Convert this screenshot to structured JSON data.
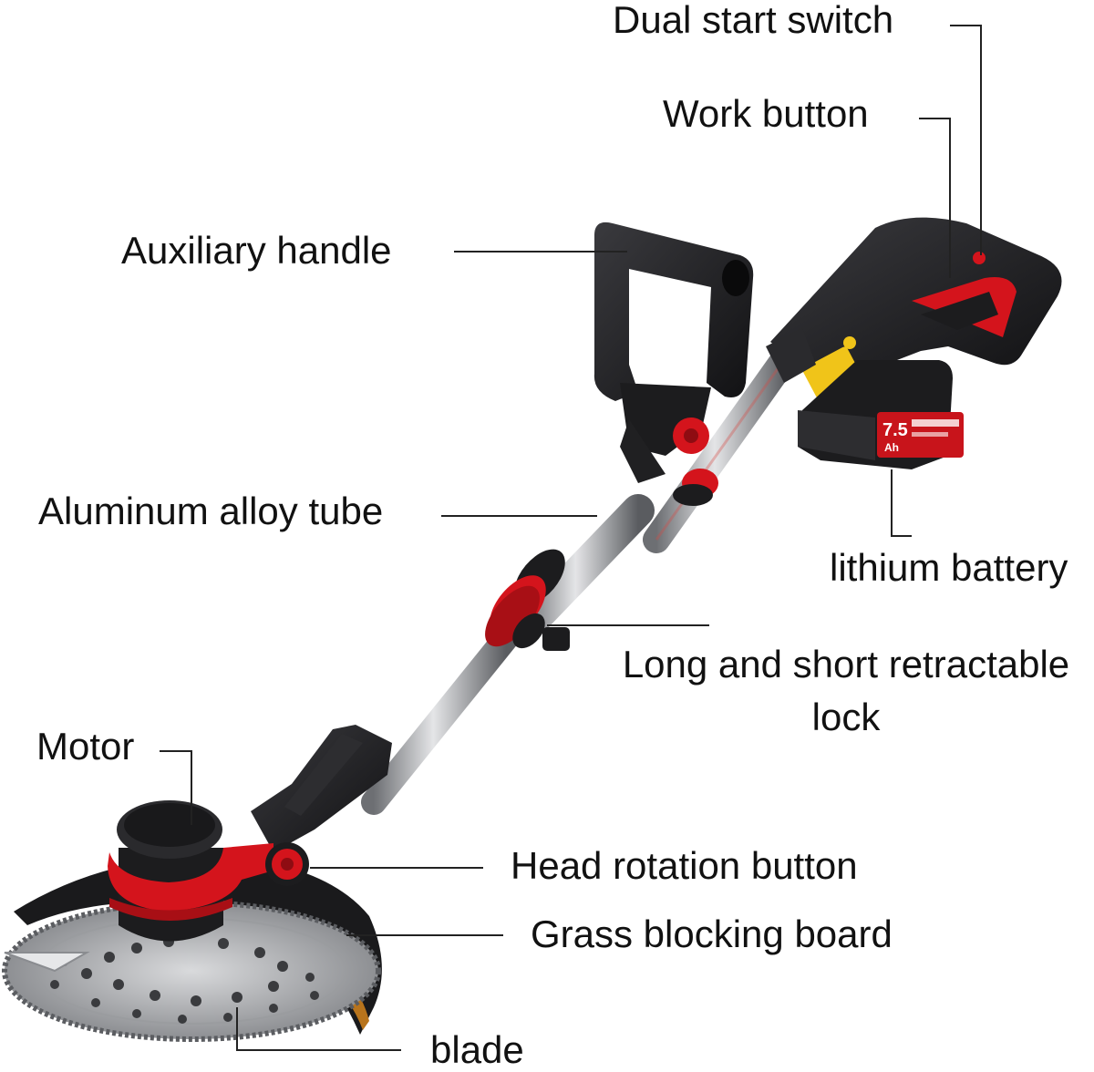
{
  "labels": {
    "dual_start_switch": "Dual start switch",
    "work_button": "Work button",
    "auxiliary_handle": "Auxiliary handle",
    "aluminum_alloy_tube": "Aluminum alloy tube",
    "lithium_battery": "lithium battery",
    "retractable_lock_line1": "Long and short retractable",
    "retractable_lock_line2": "lock",
    "motor": "Motor",
    "head_rotation_button": "Head rotation button",
    "grass_blocking_board": "Grass blocking board",
    "blade": "blade"
  },
  "battery_badge": {
    "capacity": "7.5",
    "unit": "Ah"
  },
  "colors": {
    "tool_body": "#1c1c1e",
    "accent_red": "#d4141c",
    "tube_metal": "#a9abae",
    "blade_metal": "#b7b9bc",
    "leader_line": "#222222"
  }
}
